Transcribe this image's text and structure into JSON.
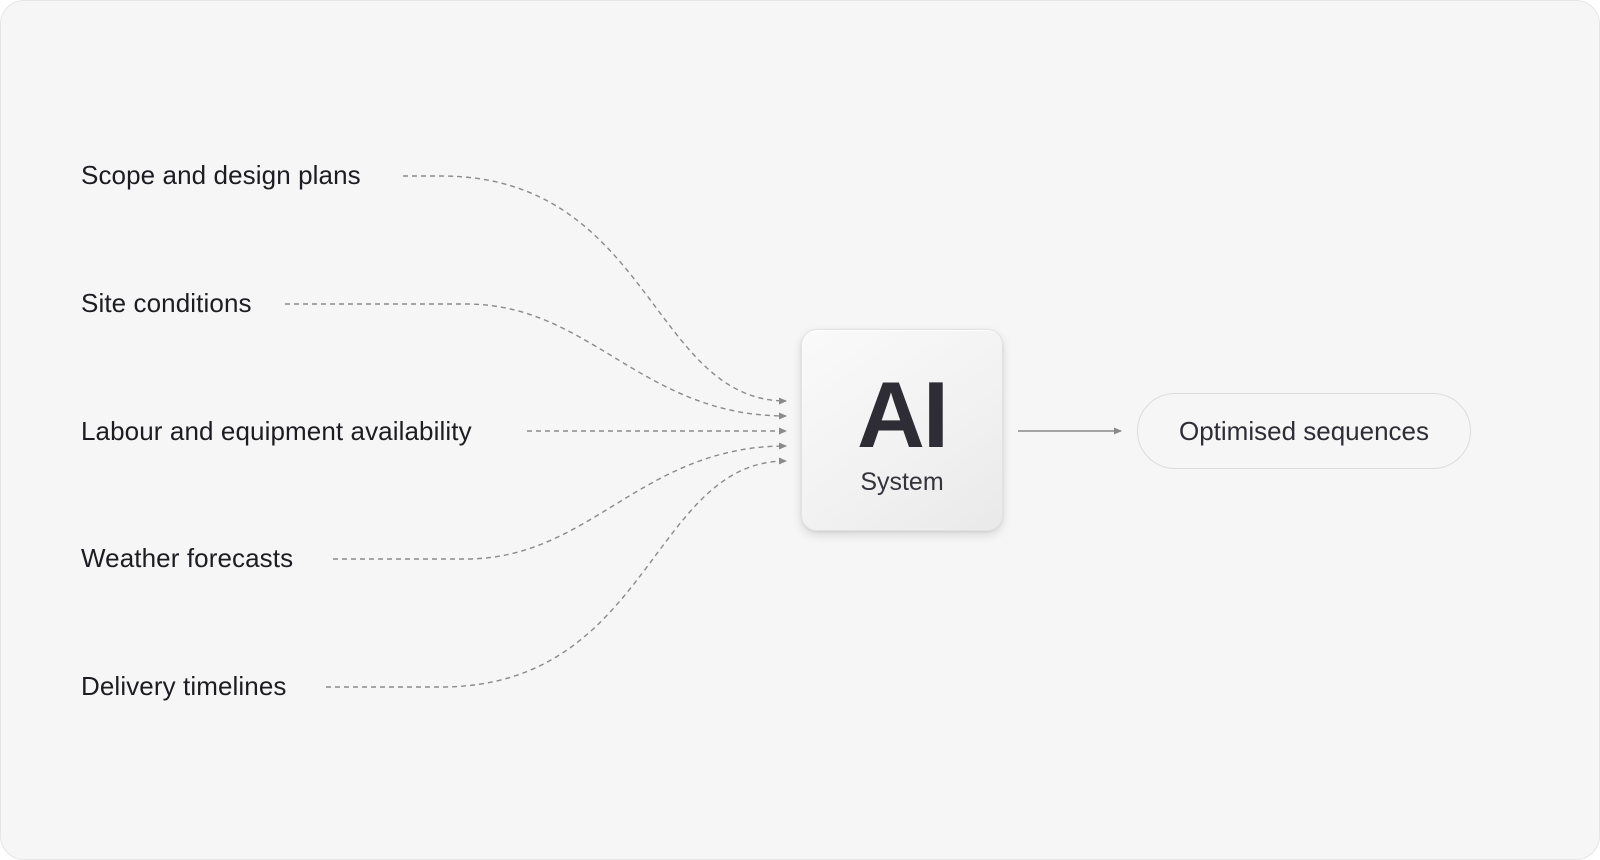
{
  "inputs": [
    {
      "label": "Scope and design plans"
    },
    {
      "label": "Site conditions"
    },
    {
      "label": "Labour and equipment availability"
    },
    {
      "label": "Weather forecasts"
    },
    {
      "label": "Delivery timelines"
    }
  ],
  "system": {
    "title": "AI",
    "subtitle": "System"
  },
  "output": {
    "label": "Optimised sequences"
  },
  "colors": {
    "background": "#f6f6f6",
    "text": "#1c1c22",
    "connector": "#8a8a8a",
    "box_text": "#2e2d36"
  }
}
